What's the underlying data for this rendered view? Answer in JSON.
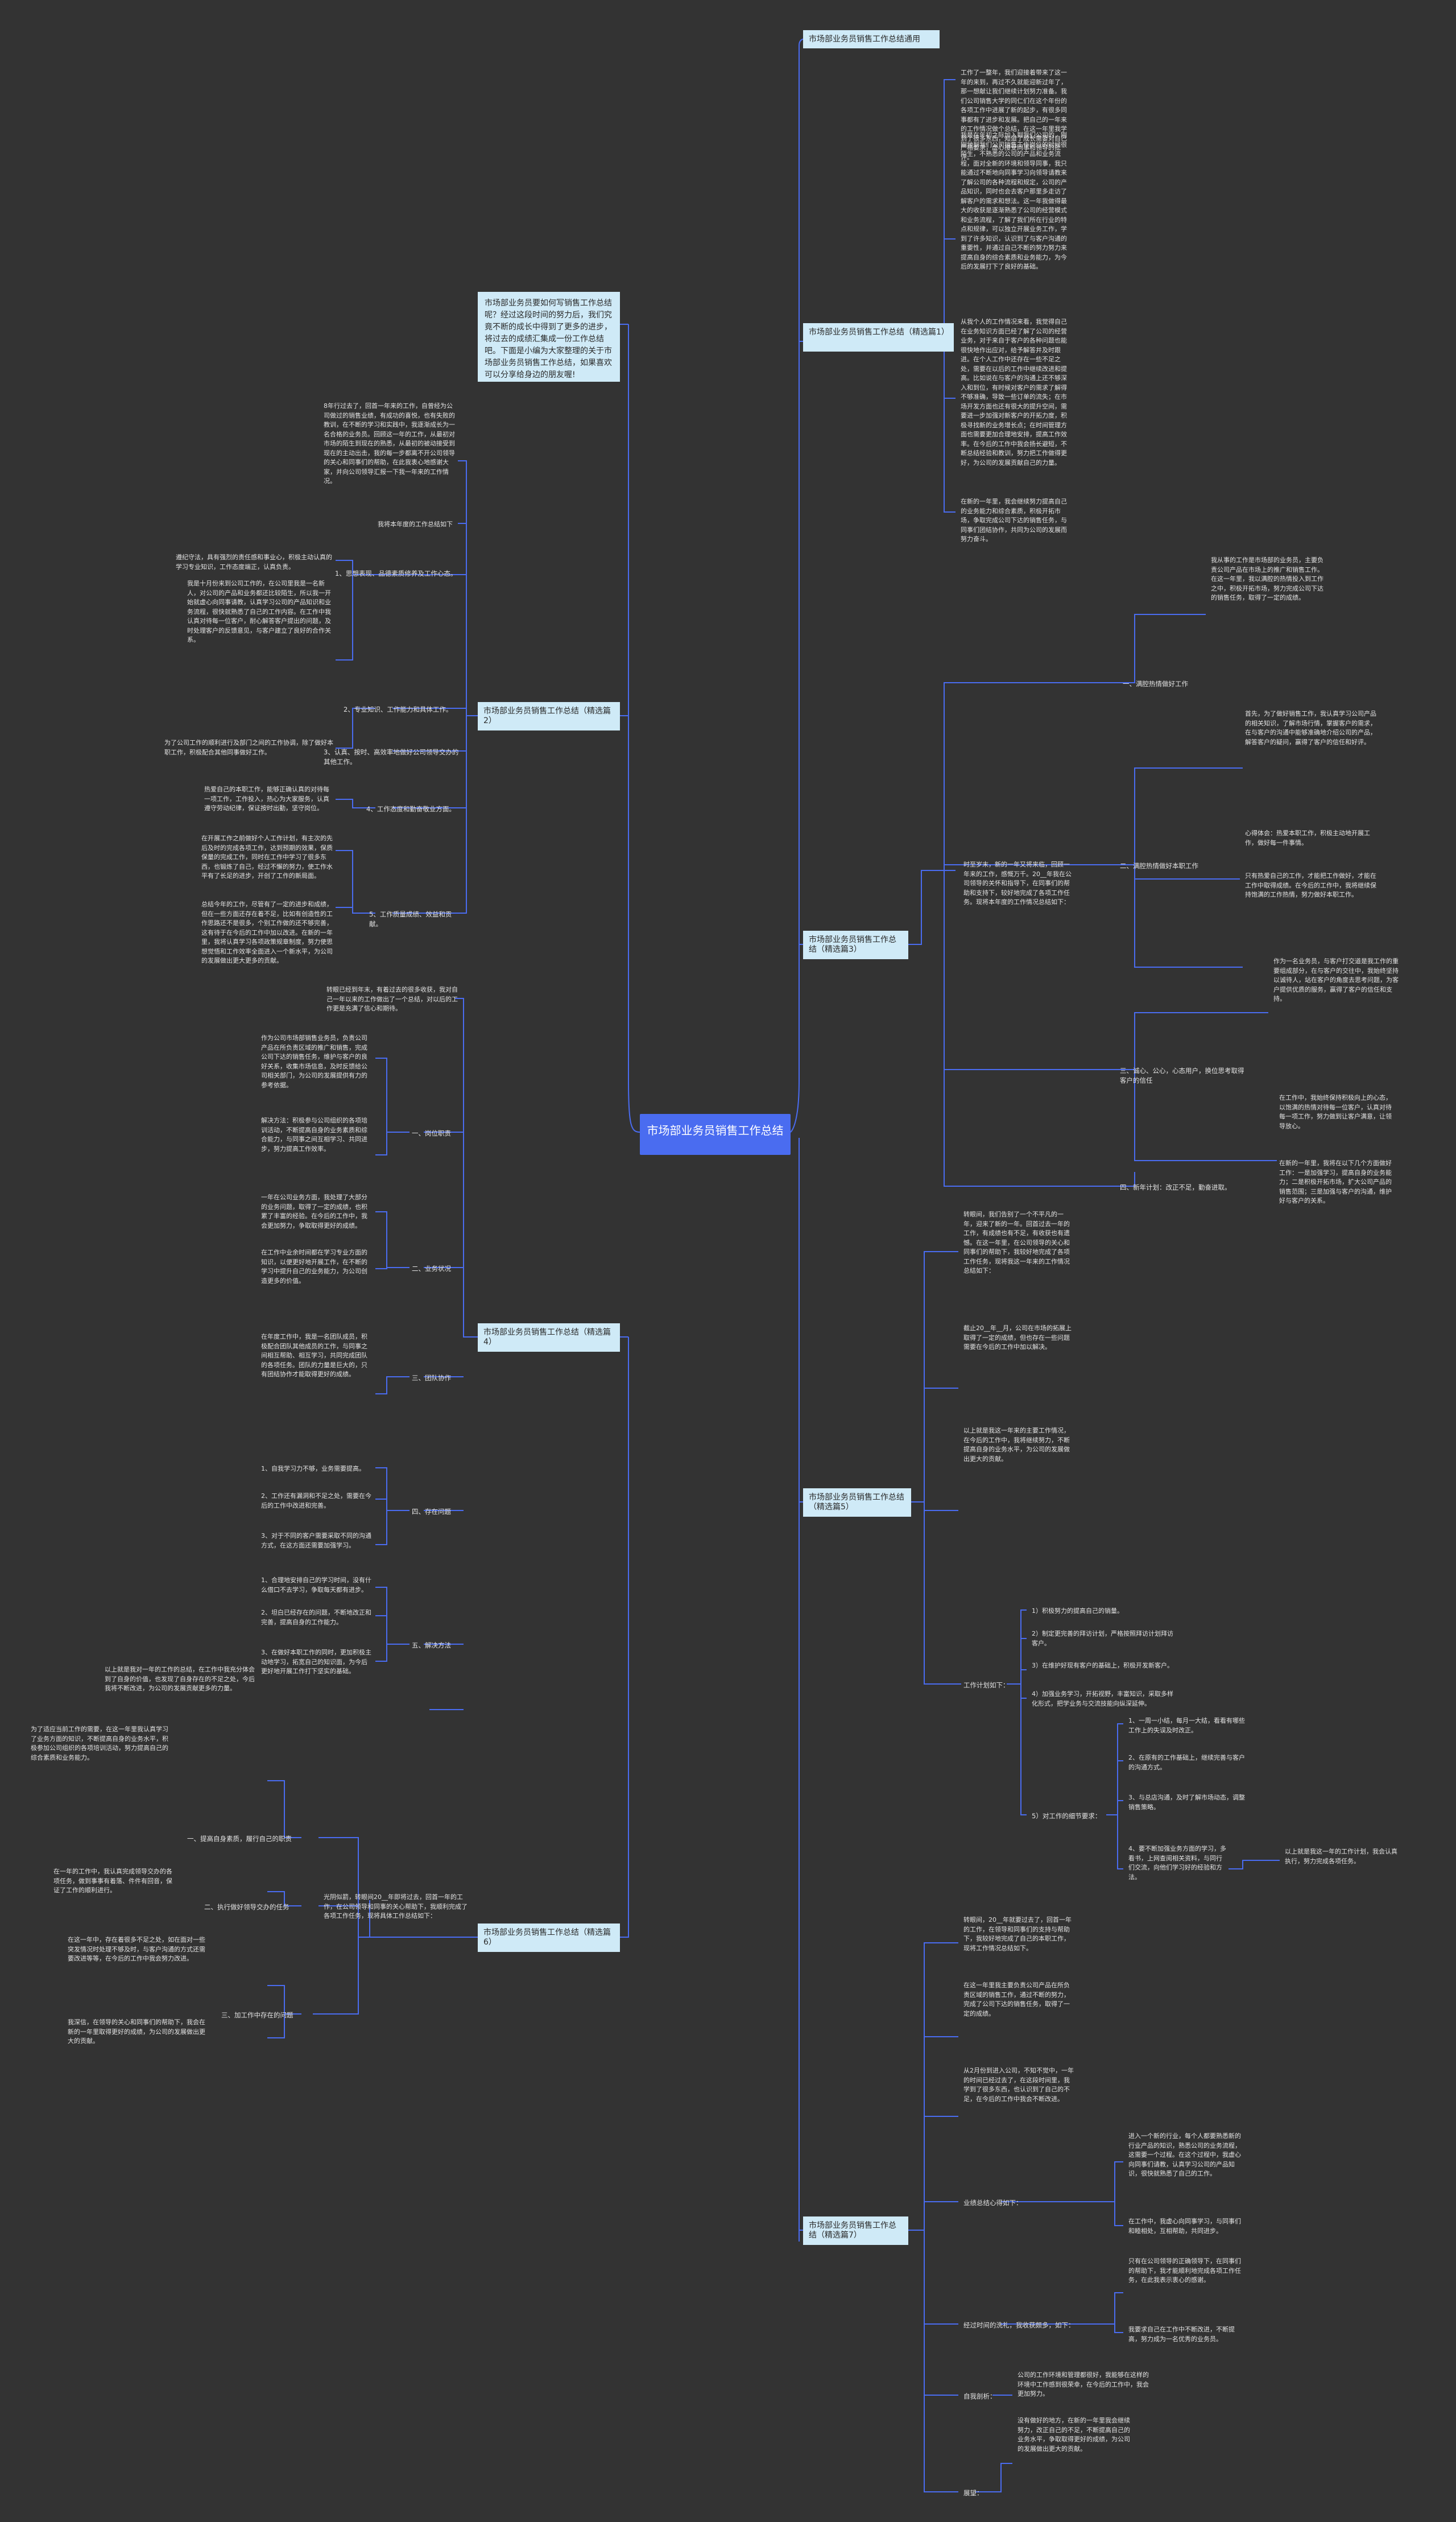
{
  "title": "市场部业务员销售工作总结",
  "intro": "市场部业务员要如何写销售工作总结呢？经过这段时间的努力后，我们究竟不断的成长中得到了更多的进步，将过去的成绩汇集成一份工作总结吧。下面是小编为大家整理的关于市场部业务员销售工作总结，如果喜欢可以分享给身边的朋友喔!",
  "branches": {
    "b0": "市场部业务员销售工作总结通用",
    "b1": "市场部业务员销售工作总结（精选篇1）",
    "b2": "市场部业务员销售工作总结（精选篇2）",
    "b3": "市场部业务员销售工作总结（精选篇3）",
    "b4": "市场部业务员销售工作总结（精选篇4）",
    "b5": "市场部业务员销售工作总结（精选篇5）",
    "b6": "市场部业务员销售工作总结（精选篇6）",
    "b7": "市场部业务员销售工作总结（精选篇7）"
  },
  "p1": {
    "t1": "工作了一整年，我们迎接着带来了这一年的来到，再过不久就能迎新过年了，那一想献让我们继续计划努力准备。我们公司销售大学的同仁们在这个年份的各项工作中进展了新的起步，有很多同事都有了进步和发展。把自己的一年来的工作情况做个总结，在这一年里我学到了很多东西，知道了成长需要对自己严格要求，虚心接受同事和领导的批评。",
    "t2": "我是在年初之际加入到我们公司的，刚刚地到我们公司销售工作岗位的时候很陌生，不熟悉的公司的产品和业务流程，面对全新的环境和领导同事，我只能通过不断地向同事学习向领导请教来了解公司的各种流程和规定，公司的产品知识，同时也会去客户那里多走访了解客户的需求和想法。这一年我做得最大的收获是逐渐熟悉了公司的经营模式和业务流程，了解了我们所在行业的特点和规律，可以独立开展业务工作，学到了许多知识，认识到了与客户沟通的重要性，并通过自己不断的努力努力来提高自身的综合素质和业务能力，为今后的发展打下了良好的基础。",
    "t3": "从我个人的工作情况来看，我觉得自己在业务知识方面已经了解了公司的经营业务，对于来自于客户的各种问题也能很快地作出应对，给予解答并及时跟进。在个人工作中还存在一些不足之处，需要在以后的工作中继续改进和提高。比如说在与客户的沟通上还不够深入和到位，有时候对客户的需求了解得不够准确，导致一些订单的流失；在市场开发方面也还有很大的提升空间，需要进一步加强对新客户的开拓力度，积极寻找新的业务增长点；在时间管理方面也需要更加合理地安排，提高工作效率。在今后的工作中我会扬长避短，不断总结经验和教训，努力把工作做得更好，为公司的发展贡献自己的力量。",
    "t4": "在新的一年里，我会继续努力提高自己的业务能力和综合素质，积极开拓市场，争取完成公司下达的销售任务，与同事们团结协作，共同为公司的发展而努力奋斗。"
  },
  "p2": {
    "lead": "8年行过去了，回首一年来的工作，自曾经为公司做过的销售业绩，有成功的喜悦，也有失败的教训，在不断的学习和实践中，我逐渐成长为一名合格的业务员。回顾这一年的工作，从最初对市场的陌生到现在的熟悉，从最初的被动接受到现在的主动出击，我的每一步都离不开公司领导的关心和同事们的帮助，在此我衷心地感谢大家，并向公司领导汇报一下我一年来的工作情况。",
    "summary": "我将本年度的工作总结如下",
    "c1": "1、思想表现、品德素质修养及工作心态。",
    "c1d": "遵纪守法，具有强烈的责任感和事业心，积极主动认真的学习专业知识，工作态度端正，认真负责。",
    "c2": "2、专业知识、工作能力和具体工作。",
    "c2d": "我是十月份来到公司工作的，在公司里我是一名新人，对公司的产品和业务都还比较陌生，所以我一开始就虚心向同事请教，认真学习公司的产品知识和业务流程，很快就熟悉了自己的工作内容。在工作中我认真对待每一位客户，耐心解答客户提出的问题，及时处理客户的反馈意见，与客户建立了良好的合作关系。",
    "c3": "3、认真、按时、高效率地做好公司领导交办的其他工作。",
    "c3d": "为了公司工作的顺利进行及部门之间的工作协调，除了做好本职工作，积极配合其他同事做好工作。",
    "c4": "4、工作态度和勤奋敬业方面。",
    "c4d": "热爱自己的本职工作，能够正确认真的对待每一项工作，工作投入，热心为大家服务，认真遵守劳动纪律，保证按时出勤，坚守岗位。",
    "c5": "5、工作质量成绩、效益和贡献。",
    "c5d1": "在开展工作之前做好个人工作计划，有主次的先后及时的完成各项工作，达到预期的效果，保质保量的完成工作，同时在工作中学习了很多东西，也锻炼了自己，经过不懈的努力，使工作水平有了长足的进步，开创了工作的新局面。",
    "c5d2": "总结今年的工作，尽管有了一定的进步和成绩，但在一些方面还存在着不足，比如有创造性的工作思路还不是很多，个别工作做的还不够完善，这有待于在今后的工作中加以改进。在新的一年里，我将认真学习各项政策规章制度，努力使思想觉悟和工作效率全面进入一个新水平，为公司的发展做出更大更多的贡献。"
  },
  "p4": {
    "lead": "转眼已经到年末，有着过去的很多收获，我对自己一年以来的工作做出了一个总结，对以后的工作更是充满了信心和期待。",
    "c1": "一、岗位职责",
    "c1d1": "作为公司市场部销售业务员，负责公司产品在所负责区域的推广和销售，完成公司下达的销售任务，维护与客户的良好关系，收集市场信息，及时反馈给公司相关部门，为公司的发展提供有力的参考依据。",
    "c1d2": "解决方法：积极参与公司组织的各项培训活动，不断提高自身的业务素质和综合能力，与同事之间互相学习、共同进步，努力提高工作效率。",
    "c2": "二、业务状况",
    "c2d1": "一年在公司业务方面，我处理了大部分的业务问题，取得了一定的成绩，也积累了丰富的经验。在今后的工作中，我会更加努力，争取取得更好的成绩。",
    "c2d2": "在工作中业余时间都在学习专业方面的知识，以便更好地开展工作，在不断的学习中提升自己的业务能力，为公司创造更多的价值。",
    "c3": "三、团队协作",
    "c3d": "在年度工作中，我是一名团队成员，积极配合团队其他成员的工作，与同事之间相互帮助、相互学习，共同完成团队的各项任务。团队的力量是巨大的，只有团结协作才能取得更好的成绩。",
    "c4": "四、存在问题",
    "c4d1": "1、自我学习力不够，业务需要提高。",
    "c4d2": "2、工作还有漏洞和不足之处，需要在今后的工作中改进和完善。",
    "c4d3": "3、对于不同的客户需要采取不同的沟通方式，在这方面还需要加强学习。",
    "c5": "五、解决方法",
    "c5d1": "1、合理地安排自己的学习时间，没有什么借口不去学习，争取每天都有进步。",
    "c5d2": "2、坦白已经存在的问题，不断地改正和完善，提高自身的工作能力。",
    "c5d3": "3、在做好本职工作的同时，更加积极主动地学习，拓宽自己的知识面，为今后更好地开展工作打下坚实的基础。",
    "closing": "以上就是我对一年的工作的总结，在工作中我充分体会到了自身的价值，也发现了自身存在的不足之处，今后我将不断改进，为公司的发展贡献更多的力量。"
  },
  "p6": {
    "lead": "光阴似箭，转眼间20__年即将过去，回首一年的工作，在公司领导和同事的关心帮助下，我顺利完成了各项工作任务，现将具体工作总结如下：",
    "c1": "一、提高自身素质，履行自己的职责",
    "c1d": "为了适应当前工作的需要，在这一年里我认真学习了业务方面的知识，不断提高自身的业务水平，积极参加公司组织的各项培训活动，努力提高自己的综合素质和业务能力。",
    "c2": "二、执行做好领导交办的任务",
    "c2d": "在一年的工作中，我认真完成领导交办的各项任务，做到事事有着落、件件有回音，保证了工作的顺利进行。",
    "c3": "三、加工作中存在的问题",
    "c3d1": "在这一年中，存在着很多不足之处，如在面对一些突发情况时处理不够及时，与客户沟通的方式还需要改进等等，在今后的工作中我会努力改进。",
    "c3d2": "我深信，在领导的关心和同事们的帮助下，我会在新的一年里取得更好的成绩，为公司的发展做出更大的贡献。"
  },
  "p3": {
    "lead": "时至岁末，新的一年又将来临，回顾一年来的工作，感慨万千。20__年我在公司领导的关怀和指导下，在同事们的帮助和支持下，较好地完成了各项工作任务。现将本年度的工作情况总结如下：",
    "c1": "一、满腔热情做好工作",
    "c1d": "我从事的工作是市场部的业务员，主要负责公司产品在市场上的推广和销售工作。在这一年里，我以满腔的热情投入到工作之中，积极开拓市场，努力完成公司下达的销售任务，取得了一定的成绩。",
    "c2": "二、满腔热情做好本职工作",
    "c2d1": "首先，为了做好销售工作，我认真学习公司产品的相关知识，了解市场行情，掌握客户的需求，在与客户的沟通中能够准确地介绍公司的产品，解答客户的疑问，赢得了客户的信任和好评。",
    "c2d2": "心得体会：热爱本职工作，积极主动地开展工作，做好每一件事情。",
    "c2d3": "只有热爱自己的工作，才能把工作做好，才能在工作中取得成绩。在今后的工作中，我将继续保持饱满的工作热情，努力做好本职工作。",
    "c3": "三、诚心、公心，心态用户，换位思考取得客户的信任",
    "c3d1": "作为一名业务员，与客户打交道是我工作的重要组成部分，在与客户的交往中，我始终坚持以诚待人，站在客户的角度去思考问题，为客户提供优质的服务，赢得了客户的信任和支持。",
    "c3d2": "在工作中，我始终保持积极向上的心态，以饱满的热情对待每一位客户，认真对待每一项工作，努力做到让客户满意，让领导放心。",
    "c4": "四、新年计划：改正不足，勤奋进取。",
    "c4d": "在新的一年里，我将在以下几个方面做好工作：一是加强学习，提高自身的业务能力；二是积极开拓市场，扩大公司产品的销售范围；三是加强与客户的沟通，维护好与客户的关系。"
  },
  "p5": {
    "lead1": "转眼间，我们告别了一个不平凡的一年，迎来了新的一年。回首过去一年的工作，有成绩也有不足，有收获也有遗憾。在这一年里，在公司领导的关心和同事们的帮助下，我较好地完成了各项工作任务，现将我这一年来的工作情况总结如下：",
    "lead2": "截止20__年__月，公司在市场的拓展上取得了一定的成绩，但也存在一些问题需要在今后的工作中加以解决。",
    "lead3": "以上就是我这一年来的主要工作情况，在今后的工作中，我将继续努力，不断提高自身的业务水平，为公司的发展做出更大的贡献。",
    "plan": "工作计划如下：",
    "g1": "1）积极努力的提高自己的销量。",
    "g2": "2）制定更完善的拜访计划，严格按照拜访计划拜访客户。",
    "g3": "3）在维护好现有客户的基础上，积极开发新客户。",
    "g4": "4）加强业务学习，开拓视野，丰富知识，采取多样化形式，把学业务与交流技能向纵深延伸。",
    "g5": "5）对工作的细节要求：",
    "g5a": "1、一周一小结，每月一大结，看看有哪些工作上的失误及时改正。",
    "g5b": "2、在原有的工作基础上，继续完善与客户的沟通方式。",
    "g5c": "3、与总店沟通，及时了解市场动态，调整销售策略。",
    "g5d": "4、要不断加强业务方面的学习，多看书，上网查阅相关资料，与同行们交流，向他们学习好的经验和方法。",
    "g5e": "以上就是我这一年的工作计划，我会认真执行，努力完成各项任务。"
  },
  "p7": {
    "lead1": "转眼间，20__年就要过去了，回首一年的工作，在领导和同事们的支持与帮助下，我较好地完成了自己的本职工作，现将工作情况总结如下。",
    "lead2": "在这一年里我主要负责公司产品在所负责区域的销售工作，通过不断的努力，完成了公司下达的销售任务，取得了一定的成绩。",
    "lead3": "从2月份到进入公司，不知不觉中，一年的时间已经过去了，在这段时间里，我学到了很多东西，也认识到了自己的不足，在今后的工作中我会不断改进。",
    "c1": "业绩总结心得如下：",
    "c1a": "进入一个新的行业，每个人都要熟悉新的行业产品的知识，熟悉公司的业务流程，这需要一个过程。在这个过程中，我虚心向同事们请教，认真学习公司的产品知识，很快就熟悉了自己的工作。",
    "c1b": "在工作中，我虚心向同事学习，与同事们和睦相处，互相帮助，共同进步。",
    "c2": "经过时间的洗礼，我收获颇多，如下：",
    "c2a": "只有在公司领导的正确领导下，在同事们的帮助下，我才能顺利地完成各项工作任务，在此我表示衷心的感谢。",
    "c2b": "我要求自己在工作中不断改进，不断提高，努力成为一名优秀的业务员。",
    "c3": "自我剖析：",
    "c3a": "公司的工作环境和管理都很好，我能够在这样的环境中工作感到很荣幸，在今后的工作中，我会更加努力。",
    "c4": "展望：",
    "c4a": "没有做好的地方，在新的一年里我会继续努力，改正自己的不足，不断提高自己的业务水平，争取取得更好的成绩，为公司的发展做出更大的贡献。"
  }
}
